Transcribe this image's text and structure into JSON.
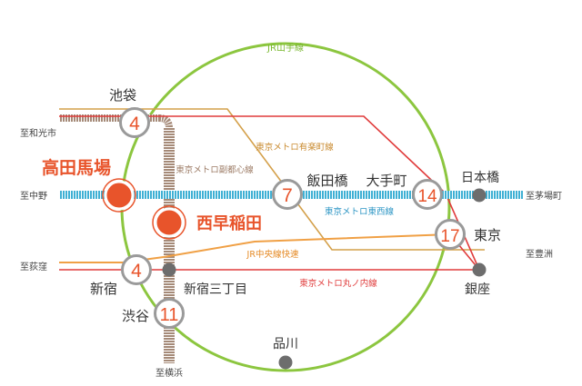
{
  "lines": {
    "yamanote": "JR山手線",
    "yurakucho": "東京メトロ有楽町線",
    "fukutoshin": "東京メトロ副都心線",
    "tozai": "東京メトロ東西線",
    "chuo": "JR中央線快速",
    "marunouchi": "東京メトロ丸ノ内線"
  },
  "stations": {
    "ikebukuro": "池袋",
    "takadanobaba": "高田馬場",
    "nishiwaseda": "西早稲田",
    "iidabashi": "飯田橋",
    "otemachi": "大手町",
    "nihonbashi": "日本橋",
    "tokyo": "東京",
    "ginza": "銀座",
    "shinjuku": "新宿",
    "shinjuku3": "新宿三丁目",
    "shibuya": "渋谷",
    "shinagawa": "品川"
  },
  "minutes": {
    "ikebukuro": "4",
    "iidabashi": "7",
    "otemachi": "14",
    "tokyo": "17",
    "shinjuku": "4",
    "shibuya": "11"
  },
  "destinations": {
    "wakoshi": "至和光市",
    "nakano": "至中野",
    "ogikubo": "至荻窪",
    "yokohama": "至横浜",
    "kayabacho": "至茅場町",
    "toyosu": "至豊洲"
  },
  "colors": {
    "yamanote": "#8cc63f",
    "yurakucho": "#d4a04a",
    "fukutoshin": "#9c7b65",
    "tozai": "#3fb0d4",
    "chuo": "#f0a045",
    "marunouchi": "#e03c3c",
    "highlight": "#e8542b",
    "station_gray": "#6d6d6d"
  }
}
